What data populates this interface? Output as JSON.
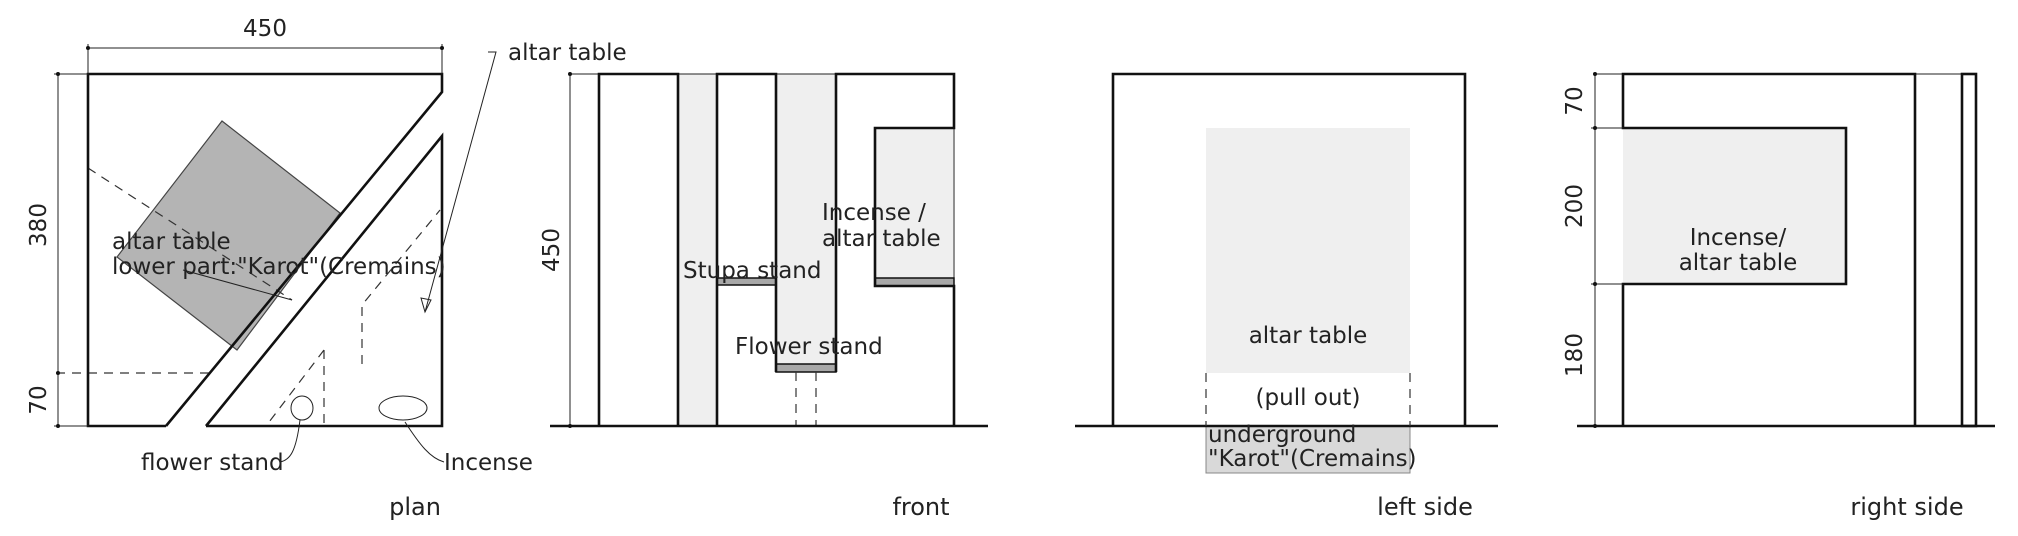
{
  "views": {
    "plan": {
      "title": "plan",
      "dim_width": "450",
      "dim_depth_upper": "380",
      "dim_depth_lower": "70",
      "label_altar_table_callout": "altar table",
      "label_altar_table": "altar table",
      "label_lower_part": "lower part:\"Karot\"(Cremains)",
      "label_flower_stand": "flower stand",
      "label_incense": "Incense"
    },
    "front": {
      "title": "front",
      "dim_height": "450",
      "label_stupa_stand": "Stupa stand",
      "label_incense_line1": "Incense /",
      "label_incense_line2": "altar table",
      "label_flower_stand": "Flower stand"
    },
    "left_side": {
      "title": "left side",
      "label_altar_table": "altar table",
      "label_pull_out": "(pull out)",
      "label_underground_line1": "underground",
      "label_underground_line2": "\"Karot\"(Cremains)"
    },
    "right_side": {
      "title": "right side",
      "dim_top": "70",
      "dim_middle": "200",
      "dim_bottom": "180",
      "label_incense_line1": "Incense/",
      "label_incense_line2": "altar table"
    }
  }
}
